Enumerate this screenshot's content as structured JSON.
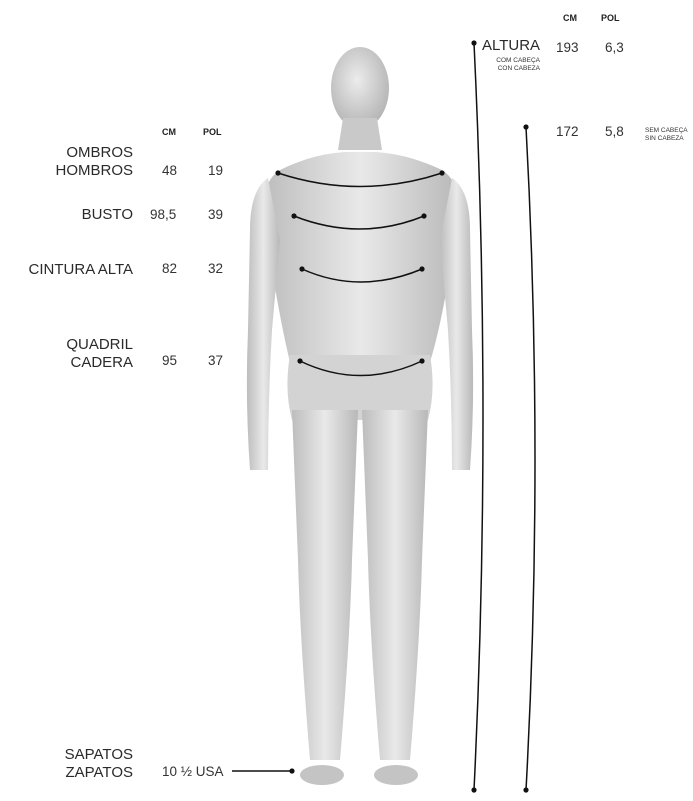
{
  "left_table": {
    "col_cm": "CM",
    "col_pol": "POL",
    "rows": [
      {
        "label_lines": [
          "OMBROS",
          "HOMBROS"
        ],
        "cm": "48",
        "pol": "19"
      },
      {
        "label_lines": [
          "BUSTO"
        ],
        "cm": "98,5",
        "pol": "39"
      },
      {
        "label_lines": [
          "CINTURA ALTA"
        ],
        "cm": "82",
        "pol": "32"
      },
      {
        "label_lines": [
          "QUADRIL",
          "CADERA"
        ],
        "cm": "95",
        "pol": "37"
      }
    ]
  },
  "shoes": {
    "label_lines": [
      "SAPATOS",
      "ZAPATOS"
    ],
    "value": "10 ½ USA"
  },
  "height_table": {
    "col_cm": "CM",
    "col_pol": "POL",
    "with_head": {
      "label": "ALTURA",
      "sub_lines": [
        "COM CABEÇA",
        "CON CABEZA"
      ],
      "cm": "193",
      "pol": "6,3"
    },
    "without_head": {
      "sub_lines": [
        "SEM CABEÇA",
        "SIN CABEZA"
      ],
      "cm": "172",
      "pol": "5,8"
    }
  }
}
